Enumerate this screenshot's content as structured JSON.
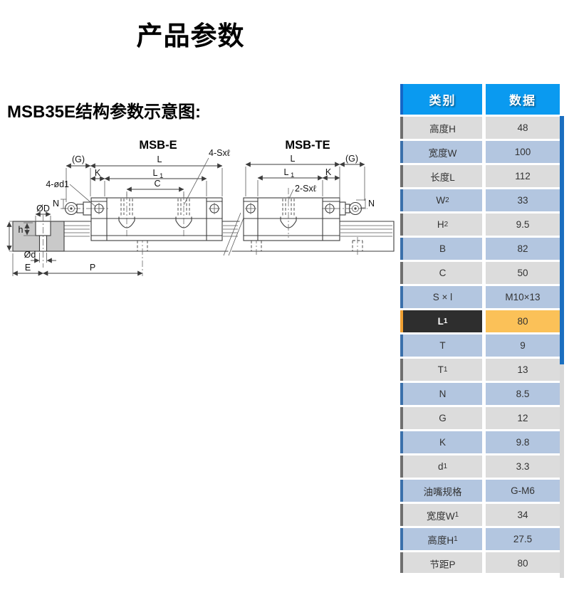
{
  "page": {
    "title": "产品参数",
    "section_heading": "MSB35E结构参数示意图:"
  },
  "diagram": {
    "left_view": {
      "title": "MSB-E"
    },
    "right_view": {
      "title": "MSB-TE"
    },
    "labels": {
      "G": "(G)",
      "L": "L",
      "K": "K",
      "L1_base": "L",
      "L1_sub": "1",
      "C": "C",
      "holes_left": "4-Sxℓ",
      "holes_right": "2-Sxℓ",
      "d1": "4-ød1",
      "N": "N",
      "OD": "ØD",
      "h": "h",
      "Od": "Ød",
      "E": "E",
      "P": "P"
    }
  },
  "table": {
    "header": {
      "category": "类别",
      "data": "数据"
    },
    "rows": [
      {
        "base": "高度H",
        "sub": "",
        "value": "48",
        "style": "gray"
      },
      {
        "base": "宽度W",
        "sub": "",
        "value": "100",
        "style": "blue"
      },
      {
        "base": "长度L",
        "sub": "",
        "value": "112",
        "style": "gray"
      },
      {
        "base": "W",
        "sub": "2",
        "value": "33",
        "style": "blue"
      },
      {
        "base": "H",
        "sub": "2",
        "value": "9.5",
        "style": "gray"
      },
      {
        "base": "B",
        "sub": "",
        "value": "82",
        "style": "blue"
      },
      {
        "base": "C",
        "sub": "",
        "value": "50",
        "style": "gray"
      },
      {
        "base": "S × l",
        "sub": "",
        "value": "M10×13",
        "style": "blue"
      },
      {
        "base": "L",
        "sub": "1",
        "value": "80",
        "style": "highlight"
      },
      {
        "base": "T",
        "sub": "",
        "value": "9",
        "style": "blue"
      },
      {
        "base": "T",
        "sub": "1",
        "value": "13",
        "style": "gray"
      },
      {
        "base": "N",
        "sub": "",
        "value": "8.5",
        "style": "blue"
      },
      {
        "base": "G",
        "sub": "",
        "value": "12",
        "style": "gray"
      },
      {
        "base": "K",
        "sub": "",
        "value": "9.8",
        "style": "blue"
      },
      {
        "base": "d",
        "sub": "1",
        "value": "3.3",
        "style": "gray"
      },
      {
        "base": "油嘴规格",
        "sub": "",
        "value": "G-M6",
        "style": "blue"
      },
      {
        "base": "宽度W",
        "sub": "1",
        "value": "34",
        "style": "gray"
      },
      {
        "base": "高度H",
        "sub": "1",
        "value": "27.5",
        "style": "blue"
      },
      {
        "base": "节距P",
        "sub": "",
        "value": "80",
        "style": "gray"
      }
    ],
    "colors": {
      "header_bg": "#0a9af0",
      "header_text": "#ffffff",
      "row_gray": "#dcdcdc",
      "row_blue": "#b3c6e0",
      "accent_gray": "#6f6f6f",
      "accent_blue": "#3a70ab",
      "highlight_category_bg": "#2e2e2e",
      "highlight_value_bg": "#fbc158",
      "highlight_accent": "#f0a032",
      "scrollbar_thumb": "#1b6fc0",
      "scrollbar_track": "#d8d8d8"
    }
  }
}
